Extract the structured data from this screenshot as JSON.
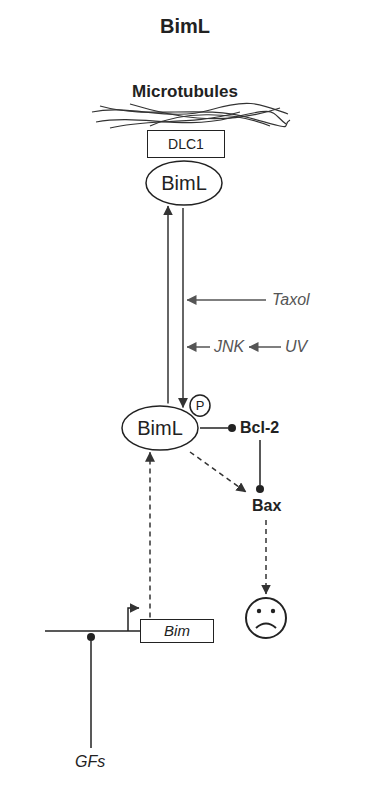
{
  "diagram": {
    "title": "BimL",
    "nodes": [
      {
        "text": [
          "DLC1"
        ]
      },
      {
        "text": [
          "BimL"
        ]
      },
      {
        "text": [
          "BimL"
        ]
      },
      {
        "text": [
          "P"
        ],
        "in": 2
      },
      {
        "text": [
          "Bim"
        ]
      }
    ],
    "edges": [
      {
        "from": 1,
        "to": 2,
        "arrow": "to"
      },
      {
        "from": 2,
        "to": 1,
        "arrow": "to"
      },
      {
        "from": 4,
        "to": 2,
        "arrow": "to"
      }
    ],
    "labels": [
      "Microtubules",
      "Taxol",
      "JNK",
      "UV",
      "Bcl-2",
      "Bax",
      "GFs"
    ]
  }
}
